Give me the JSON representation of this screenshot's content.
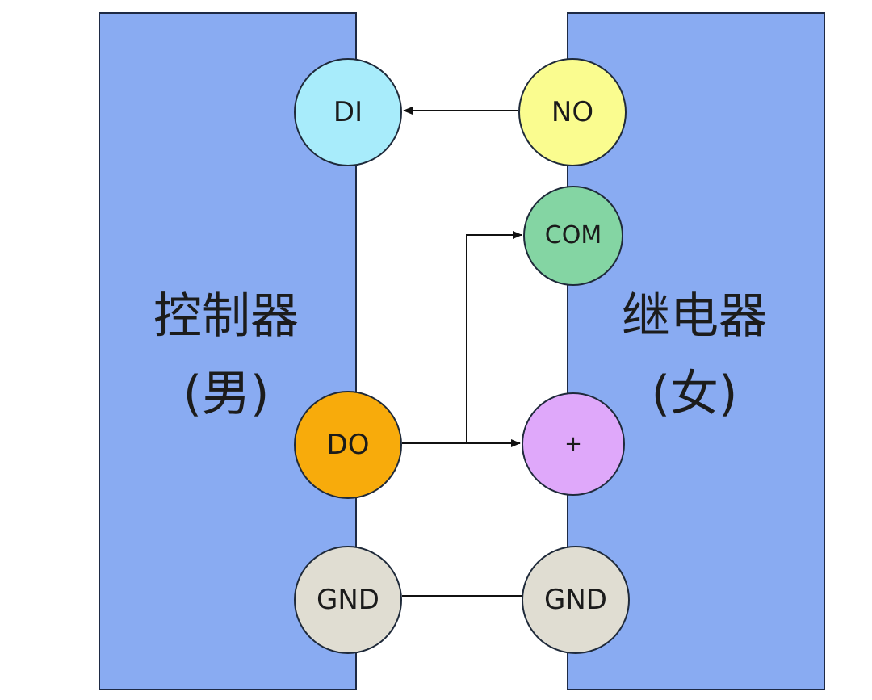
{
  "controller": {
    "title": "控制器",
    "subtitle": "(男)"
  },
  "relay": {
    "title": "继电器",
    "subtitle": "(女)"
  },
  "nodes": {
    "di": {
      "label": "DI",
      "color": "#a8ecfb"
    },
    "do": {
      "label": "DO",
      "color": "#f8ab0b"
    },
    "gnd_left": {
      "label": "GND",
      "color": "#e0ddd2"
    },
    "no": {
      "label": "NO",
      "color": "#fafc8f"
    },
    "com": {
      "label": "COM",
      "color": "#84d5a3"
    },
    "plus": {
      "label": "+",
      "color": "#dfa8fa"
    },
    "gnd_right": {
      "label": "GND",
      "color": "#e0ddd2"
    }
  },
  "colors": {
    "panel": "#89abf2",
    "panel_border": "#1e2a44",
    "wire": "#111111"
  },
  "connections": [
    {
      "from": "NO",
      "to": "DI",
      "arrow": true
    },
    {
      "from": "DO",
      "to": "COM",
      "arrow": true
    },
    {
      "from": "DO",
      "to": "+",
      "arrow": true
    },
    {
      "from": "GND",
      "to": "GND",
      "arrow": false
    }
  ]
}
